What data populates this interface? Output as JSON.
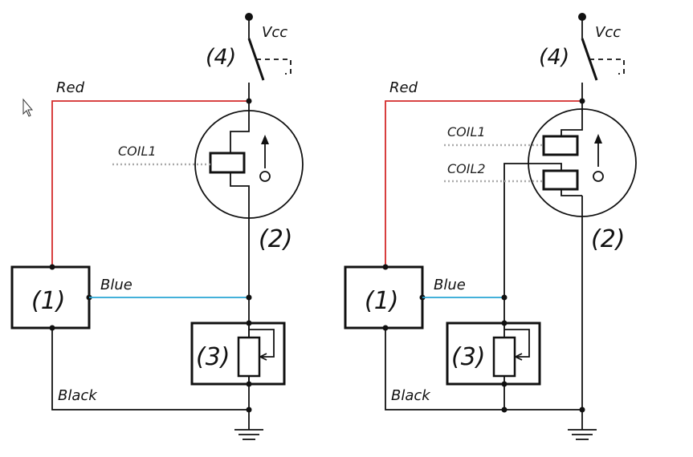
{
  "colors": {
    "red_wire": "#d42a2a",
    "blue_wire": "#2aa6d4",
    "black_wire": "#111111",
    "coil_leader": "#aaaaaa"
  },
  "left": {
    "vcc": "Vcc",
    "switch": "(4)",
    "red": "Red",
    "coil1": "COIL1",
    "sensor": "(2)",
    "module": "(1)",
    "blue": "Blue",
    "resistor": "(3)",
    "black": "Black"
  },
  "right": {
    "vcc": "Vcc",
    "switch": "(4)",
    "red": "Red",
    "coil1": "COIL1",
    "coil2": "COIL2",
    "sensor": "(2)",
    "module": "(1)",
    "blue": "Blue",
    "resistor": "(3)",
    "black": "Black"
  },
  "cursor": "mouse-pointer-icon"
}
